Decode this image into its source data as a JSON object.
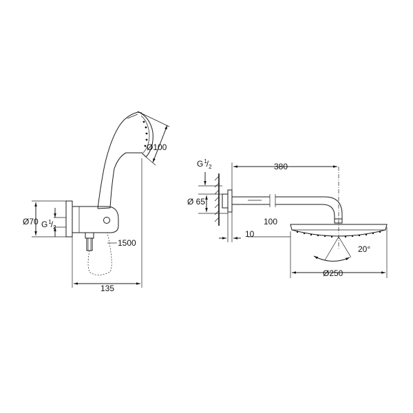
{
  "left_view": {
    "dim_diameter_hand": "Ø100",
    "dim_diameter_70": "Ø70",
    "thread_g": "G",
    "thread_num": "1",
    "thread_den": "2",
    "dim_1500": "1500",
    "dim_135": "135"
  },
  "right_view": {
    "thread_g": "G",
    "thread_num": "1",
    "thread_den": "2",
    "dim_380": "380",
    "dim_diameter_65": "Ø 65",
    "dim_100": "100",
    "dim_10": "10",
    "angle_20": "20°",
    "dim_diameter_250": "Ø250"
  }
}
